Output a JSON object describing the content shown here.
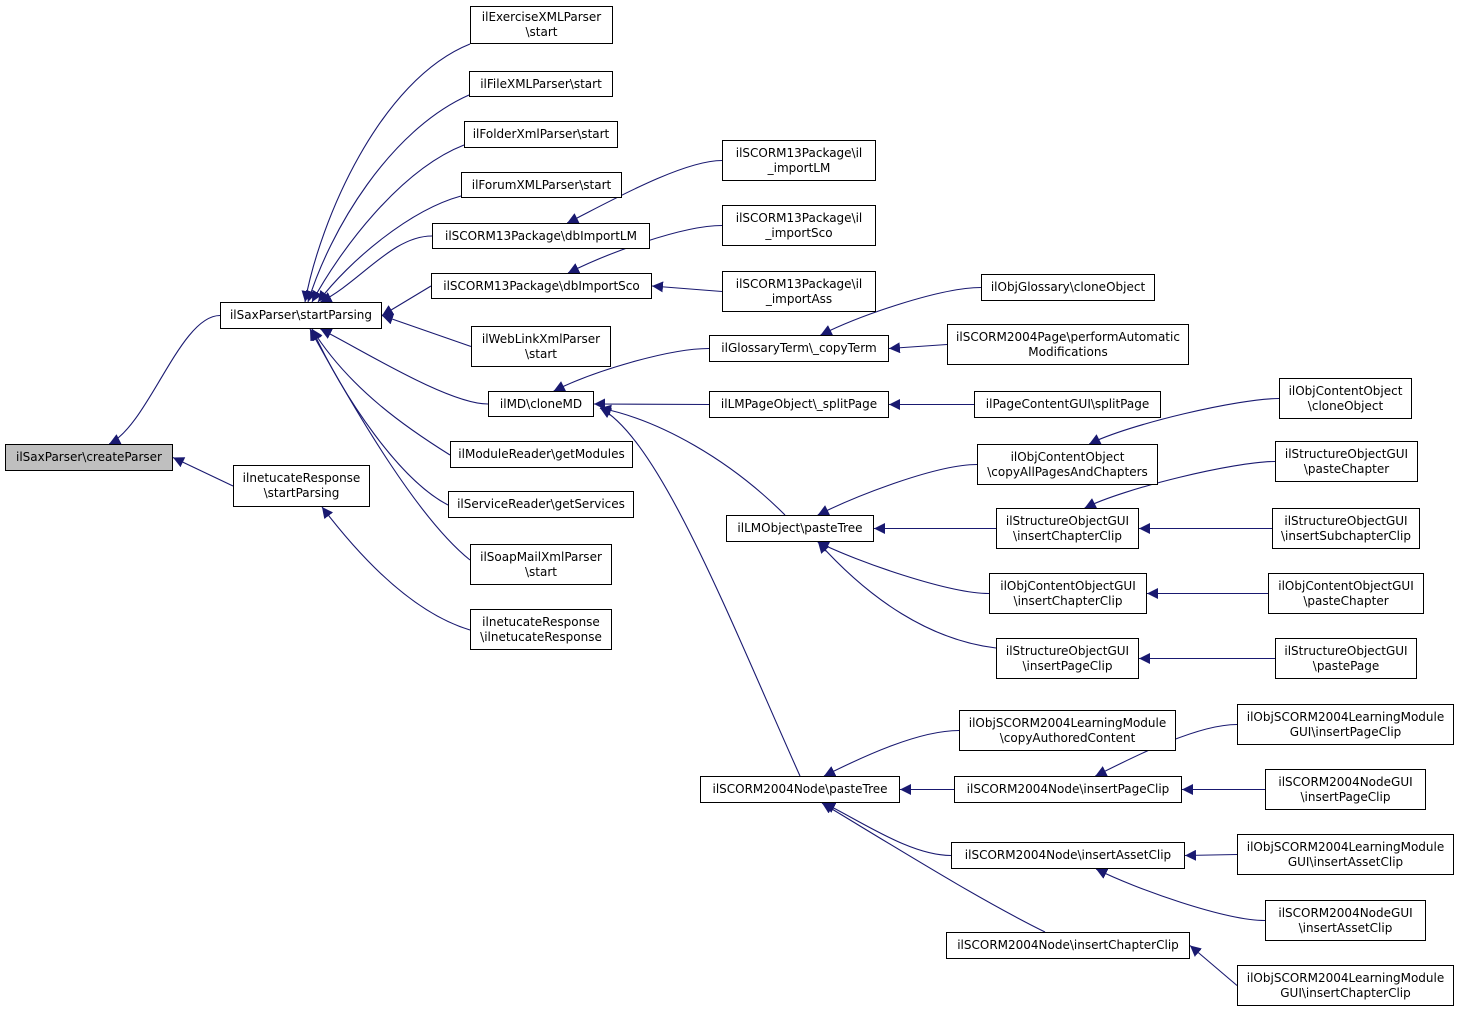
{
  "colors": {
    "edge": "#191970",
    "box_border": "#000000",
    "highlight_fill": "#bfbfbf",
    "box_fill": "#ffffff"
  },
  "nodes": [
    {
      "id": "createParser",
      "lines": [
        "ilSaxParser\\createParser"
      ],
      "highlight": true
    },
    {
      "id": "startParsing",
      "lines": [
        "ilSaxParser\\startParsing"
      ]
    },
    {
      "id": "netResponseStart",
      "lines": [
        "ilnetucateResponse",
        "\\startParsing"
      ]
    },
    {
      "id": "exercise",
      "lines": [
        "ilExerciseXMLParser",
        "\\start"
      ]
    },
    {
      "id": "fileXml",
      "lines": [
        "ilFileXMLParser\\start"
      ]
    },
    {
      "id": "folderXml",
      "lines": [
        "ilFolderXmlParser\\start"
      ]
    },
    {
      "id": "forumXml",
      "lines": [
        "ilForumXMLParser\\start"
      ]
    },
    {
      "id": "dbImportLM",
      "lines": [
        "ilSCORM13Package\\dbImportLM"
      ]
    },
    {
      "id": "dbImportSco",
      "lines": [
        "ilSCORM13Package\\dbImportSco"
      ]
    },
    {
      "id": "webLink",
      "lines": [
        "ilWebLinkXmlParser",
        "\\start"
      ]
    },
    {
      "id": "cloneMD",
      "lines": [
        "ilMD\\cloneMD"
      ]
    },
    {
      "id": "moduleReader",
      "lines": [
        "ilModuleReader\\getModules"
      ]
    },
    {
      "id": "serviceReader",
      "lines": [
        "ilServiceReader\\getServices"
      ]
    },
    {
      "id": "soapMail",
      "lines": [
        "ilSoapMailXmlParser",
        "\\start"
      ]
    },
    {
      "id": "netResponseCtor",
      "lines": [
        "ilnetucateResponse",
        "\\ilnetucateResponse"
      ]
    },
    {
      "id": "importLM",
      "lines": [
        "ilSCORM13Package\\il",
        "_importLM"
      ]
    },
    {
      "id": "importSco",
      "lines": [
        "ilSCORM13Package\\il",
        "_importSco"
      ]
    },
    {
      "id": "importAss",
      "lines": [
        "ilSCORM13Package\\il",
        "_importAss"
      ]
    },
    {
      "id": "glossaryCopyTerm",
      "lines": [
        "ilGlossaryTerm\\_copyTerm"
      ]
    },
    {
      "id": "lmSplitPage",
      "lines": [
        "ilLMPageObject\\_splitPage"
      ]
    },
    {
      "id": "lmPasteTree",
      "lines": [
        "ilLMObject\\pasteTree"
      ]
    },
    {
      "id": "scormPasteTree",
      "lines": [
        "ilSCORM2004Node\\pasteTree"
      ]
    },
    {
      "id": "glossaryClone",
      "lines": [
        "ilObjGlossary\\cloneObject"
      ]
    },
    {
      "id": "performAuto",
      "lines": [
        "ilSCORM2004Page\\performAutomatic",
        "Modifications"
      ]
    },
    {
      "id": "pcSplitPage",
      "lines": [
        "ilPageContentGUI\\splitPage"
      ]
    },
    {
      "id": "copyAllPages",
      "lines": [
        "ilObjContentObject",
        "\\copyAllPagesAndChapters"
      ]
    },
    {
      "id": "structInsertChapter",
      "lines": [
        "ilStructureObjectGUI",
        "\\insertChapterClip"
      ]
    },
    {
      "id": "cobjInsertChapter",
      "lines": [
        "ilObjContentObjectGUI",
        "\\insertChapterClip"
      ]
    },
    {
      "id": "structInsertPage",
      "lines": [
        "ilStructureObjectGUI",
        "\\insertPageClip"
      ]
    },
    {
      "id": "cobjClone",
      "lines": [
        "ilObjContentObject",
        "\\cloneObject"
      ]
    },
    {
      "id": "structPasteChapter",
      "lines": [
        "ilStructureObjectGUI",
        "\\pasteChapter"
      ]
    },
    {
      "id": "structInsertSub",
      "lines": [
        "ilStructureObjectGUI",
        "\\insertSubchapterClip"
      ]
    },
    {
      "id": "cobjPasteChapter",
      "lines": [
        "ilObjContentObjectGUI",
        "\\pasteChapter"
      ]
    },
    {
      "id": "structPastePage",
      "lines": [
        "ilStructureObjectGUI",
        "\\pastePage"
      ]
    },
    {
      "id": "copyAuthored",
      "lines": [
        "ilObjSCORM2004LearningModule",
        "\\copyAuthoredContent"
      ]
    },
    {
      "id": "nodeInsertPage",
      "lines": [
        "ilSCORM2004Node\\insertPageClip"
      ]
    },
    {
      "id": "nodeInsertAsset",
      "lines": [
        "ilSCORM2004Node\\insertAssetClip"
      ]
    },
    {
      "id": "nodeInsertChapter",
      "lines": [
        "ilSCORM2004Node\\insertChapterClip"
      ]
    },
    {
      "id": "lmGuiInsertPage",
      "lines": [
        "ilObjSCORM2004LearningModule",
        "GUI\\insertPageClip"
      ]
    },
    {
      "id": "nodeGuiInsertPage",
      "lines": [
        "ilSCORM2004NodeGUI",
        "\\insertPageClip"
      ]
    },
    {
      "id": "lmGuiInsertAsset",
      "lines": [
        "ilObjSCORM2004LearningModule",
        "GUI\\insertAssetClip"
      ]
    },
    {
      "id": "nodeGuiInsertAsset",
      "lines": [
        "ilSCORM2004NodeGUI",
        "\\insertAssetClip"
      ]
    },
    {
      "id": "lmGuiInsertChapter",
      "lines": [
        "ilObjSCORM2004LearningModule",
        "GUI\\insertChapterClip"
      ]
    }
  ],
  "edges": [
    {
      "from": "startParsing",
      "to": "createParser"
    },
    {
      "from": "netResponseStart",
      "to": "createParser"
    },
    {
      "from": "exercise",
      "to": "startParsing"
    },
    {
      "from": "fileXml",
      "to": "startParsing"
    },
    {
      "from": "folderXml",
      "to": "startParsing"
    },
    {
      "from": "forumXml",
      "to": "startParsing"
    },
    {
      "from": "dbImportLM",
      "to": "startParsing"
    },
    {
      "from": "dbImportSco",
      "to": "startParsing"
    },
    {
      "from": "webLink",
      "to": "startParsing"
    },
    {
      "from": "cloneMD",
      "to": "startParsing"
    },
    {
      "from": "moduleReader",
      "to": "startParsing"
    },
    {
      "from": "serviceReader",
      "to": "startParsing"
    },
    {
      "from": "soapMail",
      "to": "startParsing"
    },
    {
      "from": "netResponseCtor",
      "to": "netResponseStart"
    },
    {
      "from": "importLM",
      "to": "dbImportLM"
    },
    {
      "from": "importSco",
      "to": "dbImportSco"
    },
    {
      "from": "importAss",
      "to": "dbImportSco"
    },
    {
      "from": "glossaryCopyTerm",
      "to": "cloneMD"
    },
    {
      "from": "lmSplitPage",
      "to": "cloneMD"
    },
    {
      "from": "lmPasteTree",
      "to": "cloneMD"
    },
    {
      "from": "scormPasteTree",
      "to": "cloneMD"
    },
    {
      "from": "glossaryClone",
      "to": "glossaryCopyTerm"
    },
    {
      "from": "performAuto",
      "to": "glossaryCopyTerm"
    },
    {
      "from": "pcSplitPage",
      "to": "lmSplitPage"
    },
    {
      "from": "copyAllPages",
      "to": "lmPasteTree"
    },
    {
      "from": "structInsertChapter",
      "to": "lmPasteTree"
    },
    {
      "from": "cobjInsertChapter",
      "to": "lmPasteTree"
    },
    {
      "from": "structInsertPage",
      "to": "lmPasteTree"
    },
    {
      "from": "cobjClone",
      "to": "copyAllPages"
    },
    {
      "from": "structPasteChapter",
      "to": "structInsertChapter"
    },
    {
      "from": "structInsertSub",
      "to": "structInsertChapter"
    },
    {
      "from": "cobjPasteChapter",
      "to": "cobjInsertChapter"
    },
    {
      "from": "structPastePage",
      "to": "structInsertPage"
    },
    {
      "from": "copyAuthored",
      "to": "scormPasteTree"
    },
    {
      "from": "nodeInsertPage",
      "to": "scormPasteTree"
    },
    {
      "from": "nodeInsertAsset",
      "to": "scormPasteTree"
    },
    {
      "from": "nodeInsertChapter",
      "to": "scormPasteTree"
    },
    {
      "from": "lmGuiInsertPage",
      "to": "nodeInsertPage"
    },
    {
      "from": "nodeGuiInsertPage",
      "to": "nodeInsertPage"
    },
    {
      "from": "lmGuiInsertAsset",
      "to": "nodeInsertAsset"
    },
    {
      "from": "nodeGuiInsertAsset",
      "to": "nodeInsertAsset"
    },
    {
      "from": "lmGuiInsertChapter",
      "to": "nodeInsertChapter"
    }
  ]
}
